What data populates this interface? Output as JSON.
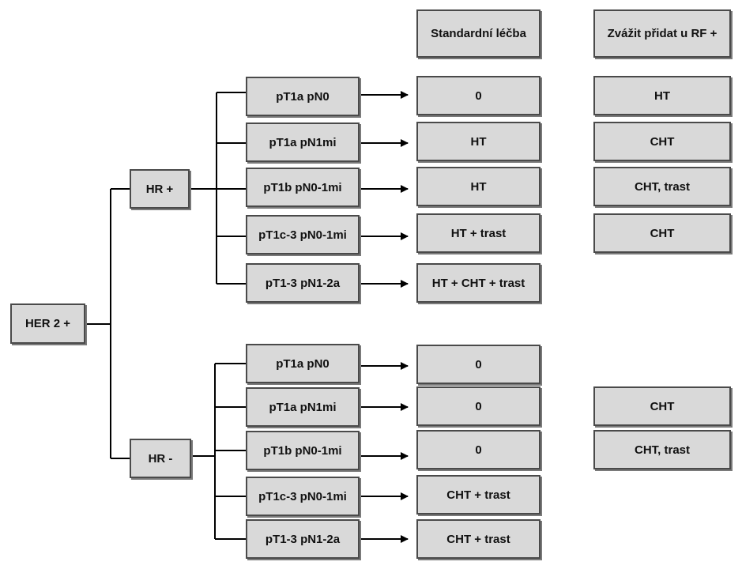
{
  "headers": {
    "standard": "Standardní léčba",
    "consider": "Zvážit přidat u RF +"
  },
  "root": "HER 2 +",
  "groups": [
    {
      "label": "HR +",
      "rows": [
        {
          "stage": "pT1a pN0",
          "standard": "0",
          "consider": "HT"
        },
        {
          "stage": "pT1a pN1mi",
          "standard": "HT",
          "consider": "CHT"
        },
        {
          "stage": "pT1b pN0-1mi",
          "standard": "HT",
          "consider": "CHT, trast"
        },
        {
          "stage": "pT1c-3 pN0-1mi",
          "standard": "HT + trast",
          "consider": "CHT"
        },
        {
          "stage": "pT1-3 pN1-2a",
          "standard": "HT + CHT + trast",
          "consider": ""
        }
      ]
    },
    {
      "label": "HR -",
      "rows": [
        {
          "stage": "pT1a pN0",
          "standard": "0",
          "consider": ""
        },
        {
          "stage": "pT1a pN1mi",
          "standard": "0",
          "consider": "CHT"
        },
        {
          "stage": "pT1b pN0-1mi",
          "standard": "0",
          "consider": "CHT, trast"
        },
        {
          "stage": "pT1c-3 pN0-1mi",
          "standard": "CHT + trast",
          "consider": ""
        },
        {
          "stage": "pT1-3 pN1-2a",
          "standard": "CHT + trast",
          "consider": ""
        }
      ]
    }
  ]
}
